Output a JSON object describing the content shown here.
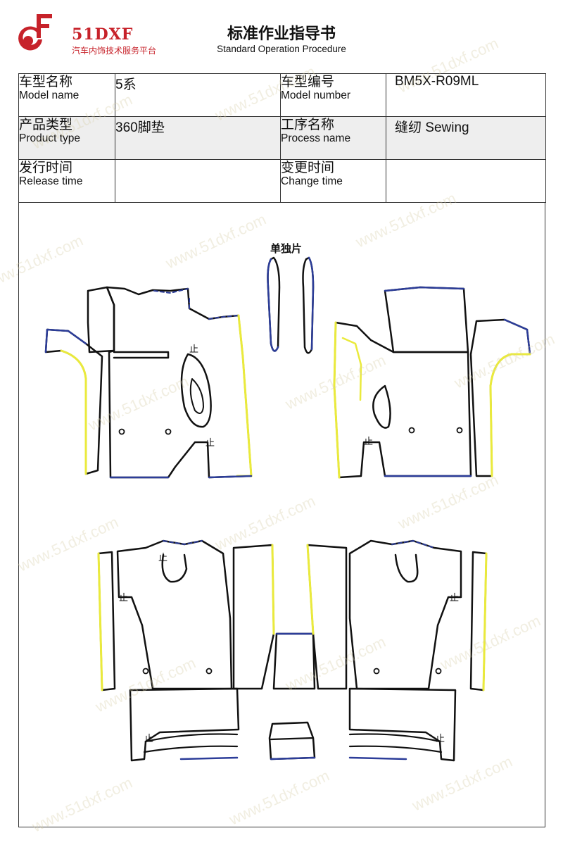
{
  "header": {
    "brand_name": "51DXF",
    "brand_tagline": "汽车内饰技术服务平台",
    "title": "标准作业指导书",
    "subtitle": "Standard Operation Procedure"
  },
  "info_table": {
    "rows": [
      [
        {
          "zh": "车型名称",
          "en": "Model name",
          "value": "5系"
        },
        {
          "zh": "车型编号",
          "en": "Model number",
          "value": "BM5X-R09ML"
        }
      ],
      [
        {
          "zh": "产品类型",
          "en": "Product type",
          "value": "360脚垫"
        },
        {
          "zh": "工序名称",
          "en": "Process name",
          "value": "缝纫 Sewing"
        }
      ],
      [
        {
          "zh": "发行时间",
          "en": "Release time",
          "value": ""
        },
        {
          "zh": "变更时间",
          "en": "Change time",
          "value": ""
        }
      ]
    ]
  },
  "drawing": {
    "single_piece_label": "单独片",
    "stitch_mark": "止"
  },
  "watermark": "www.51dxf.com",
  "colors": {
    "brand_red": "#c7222a",
    "outline": "#111111",
    "edge_blue": "#2c3d99",
    "edge_yellow": "#eaea3c",
    "row_shade": "#eeeeee"
  }
}
